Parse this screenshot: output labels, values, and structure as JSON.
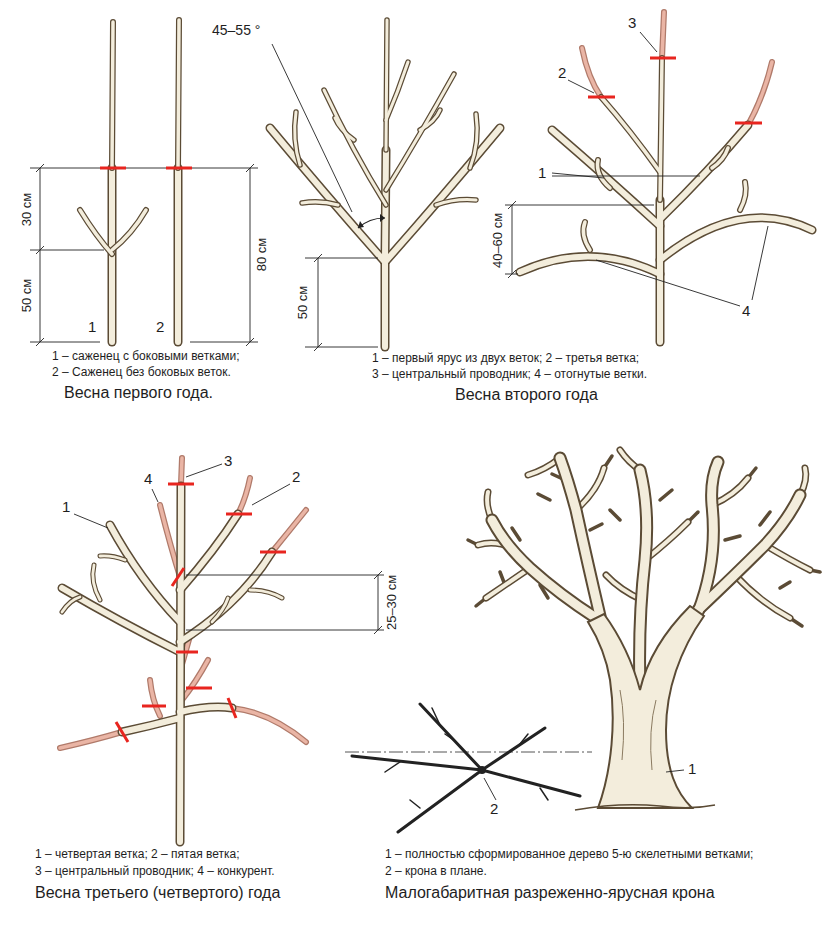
{
  "diagram": {
    "labels": [
      "30 см",
      "50 см",
      "80 см",
      "1",
      "2",
      "1 – саженец с боковыми ветками;",
      "2 – Саженец без боковых веток.",
      "Весна первого года.",
      "45–55 °",
      "50 см",
      "3",
      "2",
      "1",
      "40–60 см",
      "4",
      "1 – первый ярус из двух веток; 2 – третья ветка;",
      "3 – центральный проводник; 4 – отогнутые ветки.",
      "Весна второго года",
      "4",
      "3",
      "1",
      "2",
      "25–30 см",
      "1 – четвертая ветка; 2 – пятая ветка;",
      "3 – центральный проводник; 4 – конкурент.",
      "Весна третьего (четвертого) года",
      "1",
      "2",
      "1 – полностью сформированное дерево 5-ю скелетными ветками;",
      "2 – крона в плане.",
      "Малогабаритная разреженно-ярусная крона"
    ]
  }
}
